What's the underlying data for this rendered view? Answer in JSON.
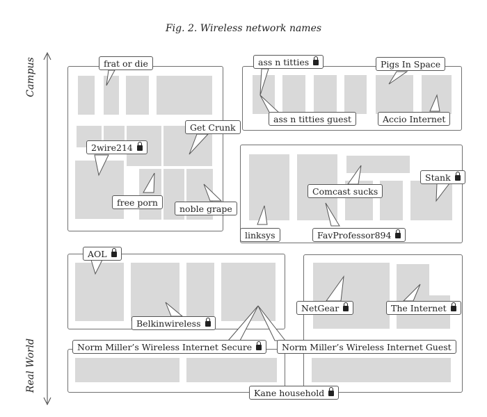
{
  "title": "Fig. 2. Wireless network names",
  "axis": {
    "top_label": "Campus",
    "bottom_label": "Real World"
  },
  "networks": [
    {
      "name": "frat or die",
      "secured": false
    },
    {
      "name": "ass n titties",
      "secured": true
    },
    {
      "name": "Pigs In Space",
      "secured": false
    },
    {
      "name": "ass n titties guest",
      "secured": false
    },
    {
      "name": "Accio Internet",
      "secured": false
    },
    {
      "name": "Get Crunk",
      "secured": false
    },
    {
      "name": "2wire214",
      "secured": true
    },
    {
      "name": "free porn",
      "secured": false
    },
    {
      "name": "noble grape",
      "secured": false
    },
    {
      "name": "Stank",
      "secured": true
    },
    {
      "name": "Comcast sucks",
      "secured": false
    },
    {
      "name": "linksys",
      "secured": false
    },
    {
      "name": "FavProfessor894",
      "secured": true
    },
    {
      "name": "AOL",
      "secured": true
    },
    {
      "name": "Belkinwireless",
      "secured": true
    },
    {
      "name": "NetGear",
      "secured": true
    },
    {
      "name": "The Internet",
      "secured": true
    },
    {
      "name": "Norm Miller’s Wireless Internet Secure",
      "secured": true
    },
    {
      "name": "Norm Miller’s Wireless Internet Guest",
      "secured": false
    },
    {
      "name": "Kane household",
      "secured": true
    }
  ],
  "colors": {
    "building": "#d9d9d9",
    "outline": "#555555",
    "text": "#222222"
  }
}
